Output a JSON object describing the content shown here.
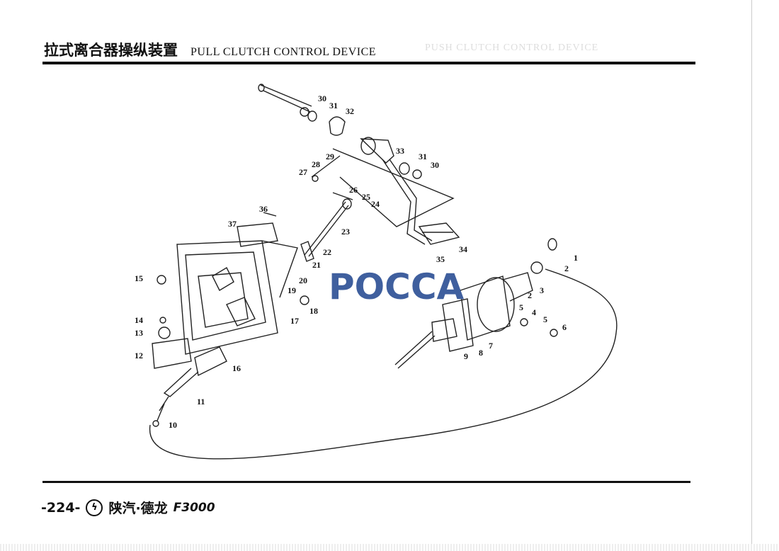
{
  "header": {
    "title_cn": "拉式离合器操纵装置",
    "title_en": "PULL CLUTCH CONTROL DEVICE",
    "bleed_text": "PUSH CLUTCH CONTROL DEVICE"
  },
  "diagram": {
    "callouts": [
      "30",
      "31",
      "32",
      "29",
      "33",
      "31",
      "30",
      "28",
      "27",
      "26",
      "25",
      "24",
      "23",
      "36",
      "37",
      "22",
      "21",
      "20",
      "19",
      "18",
      "17",
      "15",
      "14",
      "13",
      "12",
      "16",
      "11",
      "10",
      "35",
      "34",
      "1",
      "2",
      "2",
      "3",
      "5",
      "4",
      "5",
      "6",
      "7",
      "8",
      "9"
    ],
    "watermark": "POCCA"
  },
  "footer": {
    "page_number": "-224-",
    "brand_icon": "shaanxi-auto-logo",
    "brand": "陕汽·德龙",
    "model": "F3000"
  }
}
